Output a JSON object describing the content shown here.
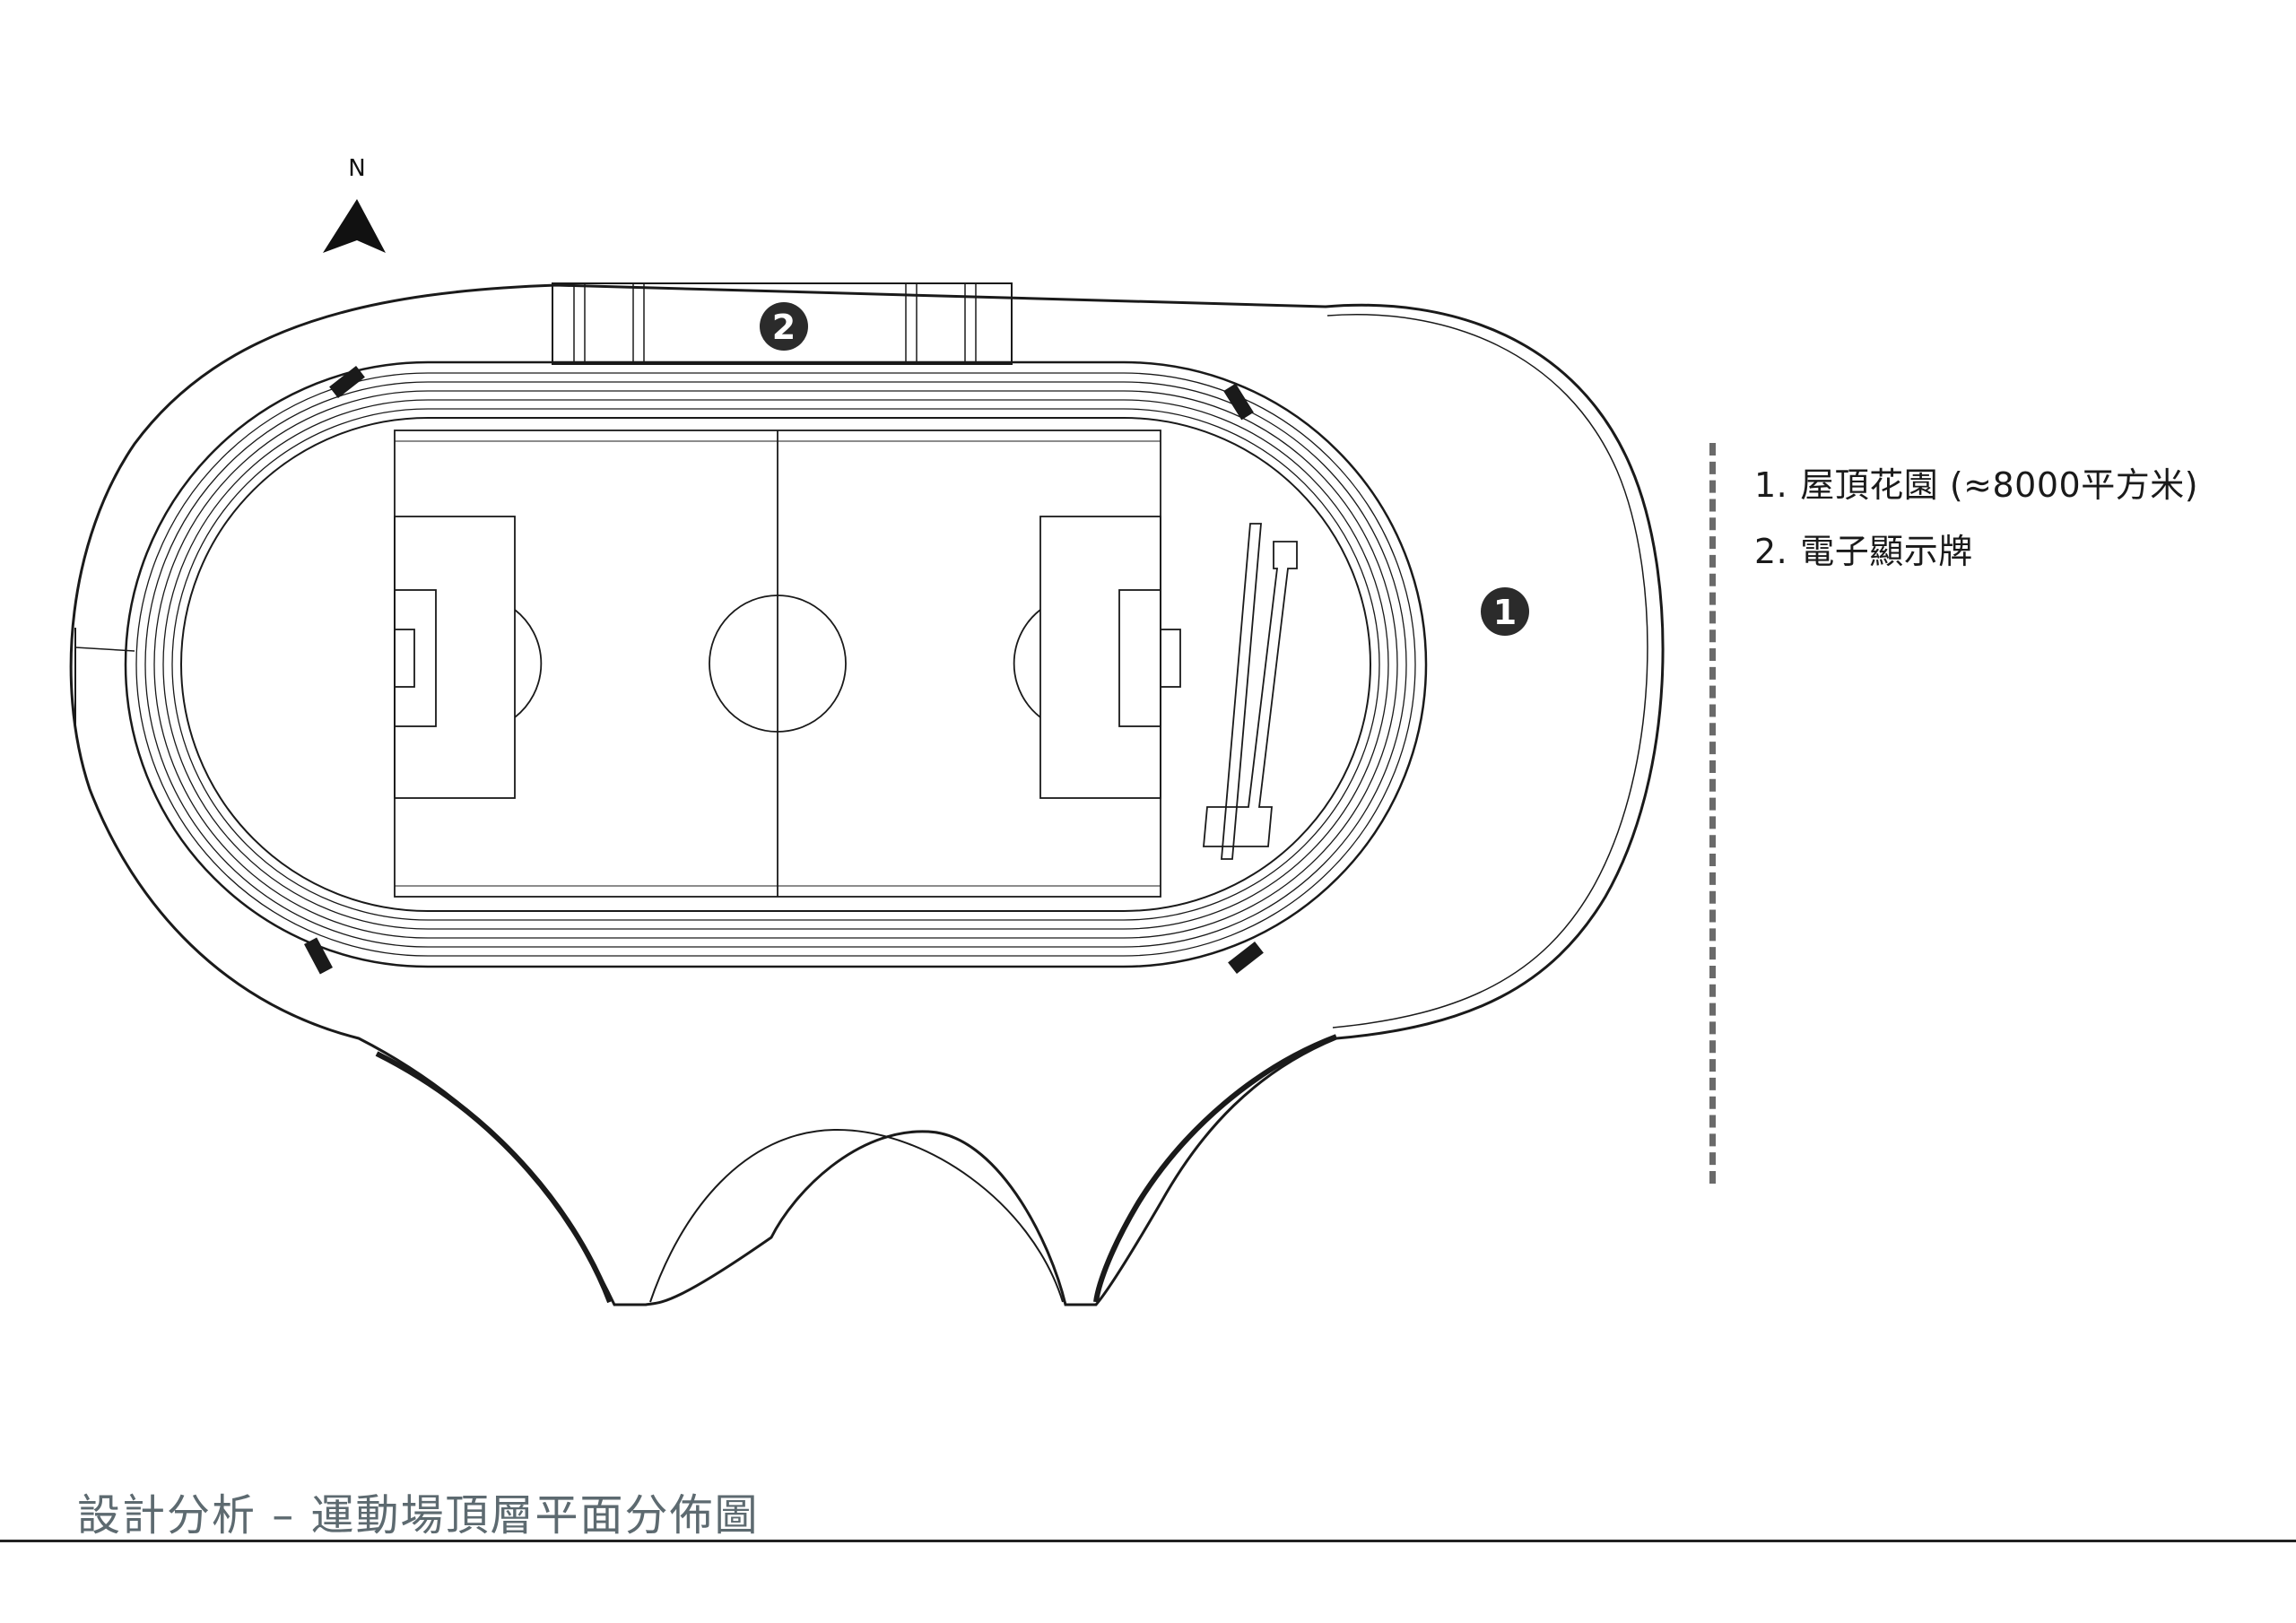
{
  "north_label": "N",
  "markers": [
    {
      "id": "1",
      "text": "1"
    },
    {
      "id": "2",
      "text": "2"
    }
  ],
  "legend": {
    "items": [
      {
        "num": "1.",
        "text": "屋頂花園 (≈8000平方米)"
      },
      {
        "num": "2.",
        "text": "電子顯示牌"
      }
    ]
  },
  "footer": {
    "title": "設計分析 – 運動場頂層平面分佈圖"
  },
  "colors": {
    "line": "#1a1a1a",
    "marker_fill": "#2b2b2b",
    "legend_bar": "#6a6a6a",
    "footer_text": "#5d6a70"
  }
}
